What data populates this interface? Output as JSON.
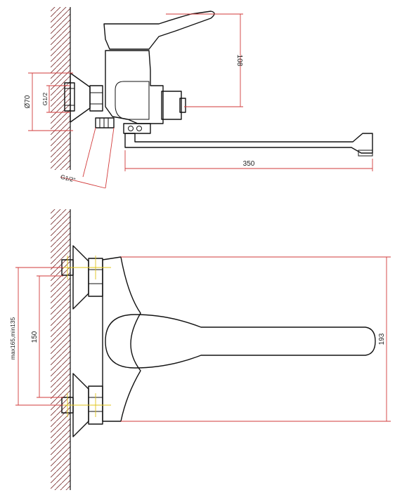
{
  "colors": {
    "outline": "#111111",
    "dimension_line": "#d23a3a",
    "center_axis": "#e0c419",
    "wall_hatch": "#7a2f2f"
  },
  "side_view": {
    "dim_height": "108",
    "dim_length": "350",
    "dim_flange": "Ø70",
    "dim_inlet_thread": "G1/2",
    "dim_hose_thread": "G1/2\""
  },
  "front_view": {
    "dim_center_distance": "150",
    "dim_adjust_range": "max165,min135",
    "dim_total_height": "193"
  }
}
